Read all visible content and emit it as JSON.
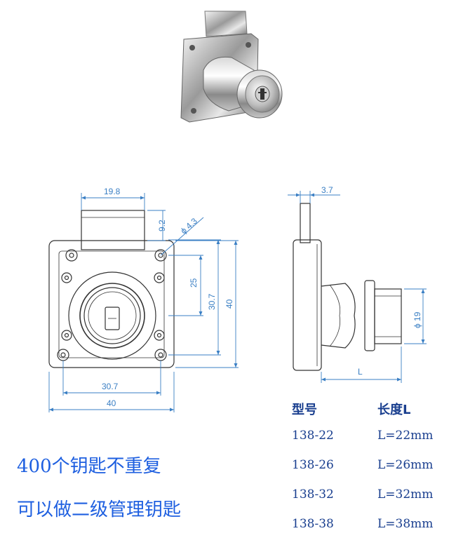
{
  "drawing": {
    "front": {
      "dim_top_width": "19.8",
      "dim_bolt_height": "9.2",
      "dim_hole": "ϕ 4.3",
      "dim_key_offset": "25",
      "dim_hole_spacing_v": "30.7",
      "dim_body_height": "40",
      "dim_hole_spacing_h": "30.7",
      "dim_body_width": "40"
    },
    "side": {
      "dim_plate": "3.7",
      "dim_cylinder_dia": "ϕ 19",
      "dim_length": "L"
    }
  },
  "tagline": {
    "line1": "400个钥匙不重复",
    "line2": "可以做二级管理钥匙"
  },
  "spec_table": {
    "headers": [
      "型号",
      "长度L"
    ],
    "rows": [
      [
        "138-22",
        "L=22mm"
      ],
      [
        "138-26",
        "L=26mm"
      ],
      [
        "138-32",
        "L=32mm"
      ],
      [
        "138-38",
        "L=38mm"
      ]
    ]
  },
  "colors": {
    "dimension": "#3a7fc4",
    "tagline": "#1e5fe0",
    "table_text": "#1a3f8f"
  }
}
